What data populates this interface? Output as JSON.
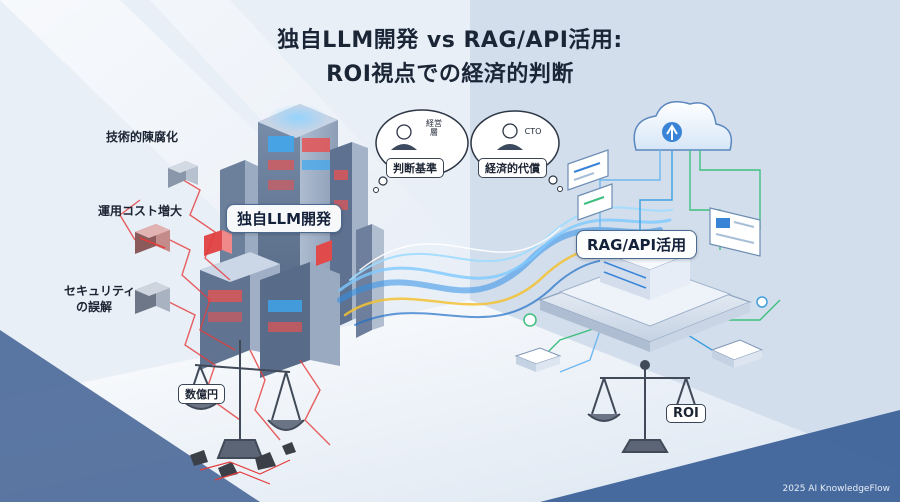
{
  "title": {
    "line1": "独自LLM開発 vs RAG/API活用:",
    "line2": "ROI視点での経済的判断"
  },
  "left": {
    "main_label": "独自LLM開発",
    "risks": [
      {
        "text": "技術的陳腐化"
      },
      {
        "text": "運用コスト増大"
      },
      {
        "text": "セキュリティ"
      },
      {
        "text": "の誤解"
      }
    ],
    "scale_label": "数億円"
  },
  "center": {
    "exec": {
      "role_line1": "経営",
      "role_line2": "層",
      "tag": "判断基準"
    },
    "cto": {
      "role": "CTO",
      "tag": "経済的代償"
    }
  },
  "right": {
    "main_label": "RAG/API活用",
    "scale_label": "ROI"
  },
  "footer": "2025 AI KnowledgeFlow",
  "colors": {
    "risk_red": "#e53b3b",
    "flow_blue": "#2f8fe8",
    "flow_yellow": "#f2c232",
    "network_green": "#3fbf7f",
    "cloud_blue": "#3a84d8",
    "title_text": "#1a2536"
  }
}
